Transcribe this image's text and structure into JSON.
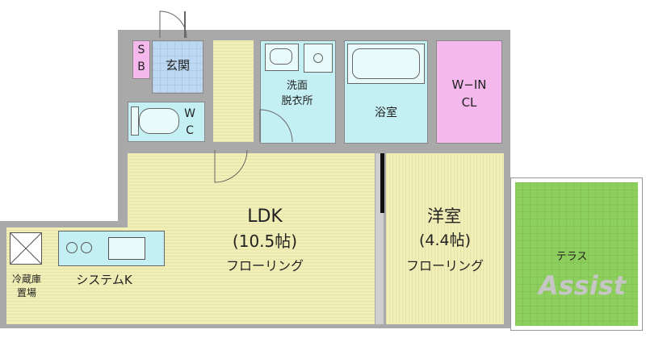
{
  "rooms": {
    "sb": {
      "label_top": "S",
      "label_bottom": "B"
    },
    "entrance": {
      "label": "玄関"
    },
    "washroom": {
      "line1": "洗面",
      "line2": "脱衣所"
    },
    "bathroom": {
      "label": "浴室"
    },
    "walkin_closet": {
      "line1": "W−IN",
      "line2": "CL"
    },
    "wc": {
      "line1": "W",
      "line2": "C"
    },
    "ldk": {
      "name": "LDK",
      "size": "(10.5帖)",
      "floor": "フローリング"
    },
    "western": {
      "name": "洋室",
      "size": "(4.4帖)",
      "floor": "フローリング"
    },
    "terrace": {
      "label": "テラス"
    },
    "kitchen": {
      "label": "システムK"
    },
    "fridge": {
      "line1": "冷蔵庫",
      "line2": "置場"
    }
  },
  "logo": {
    "text": "Assist"
  },
  "colors": {
    "wall": "#a9a9a9",
    "flooring": "#f1efb6",
    "wet_area": "#c4f0f4",
    "entrance": "#bcd8f2",
    "closet": "#f4b8ec",
    "terrace": "#8dcf5c",
    "logo_text": "#c6c6c6"
  }
}
